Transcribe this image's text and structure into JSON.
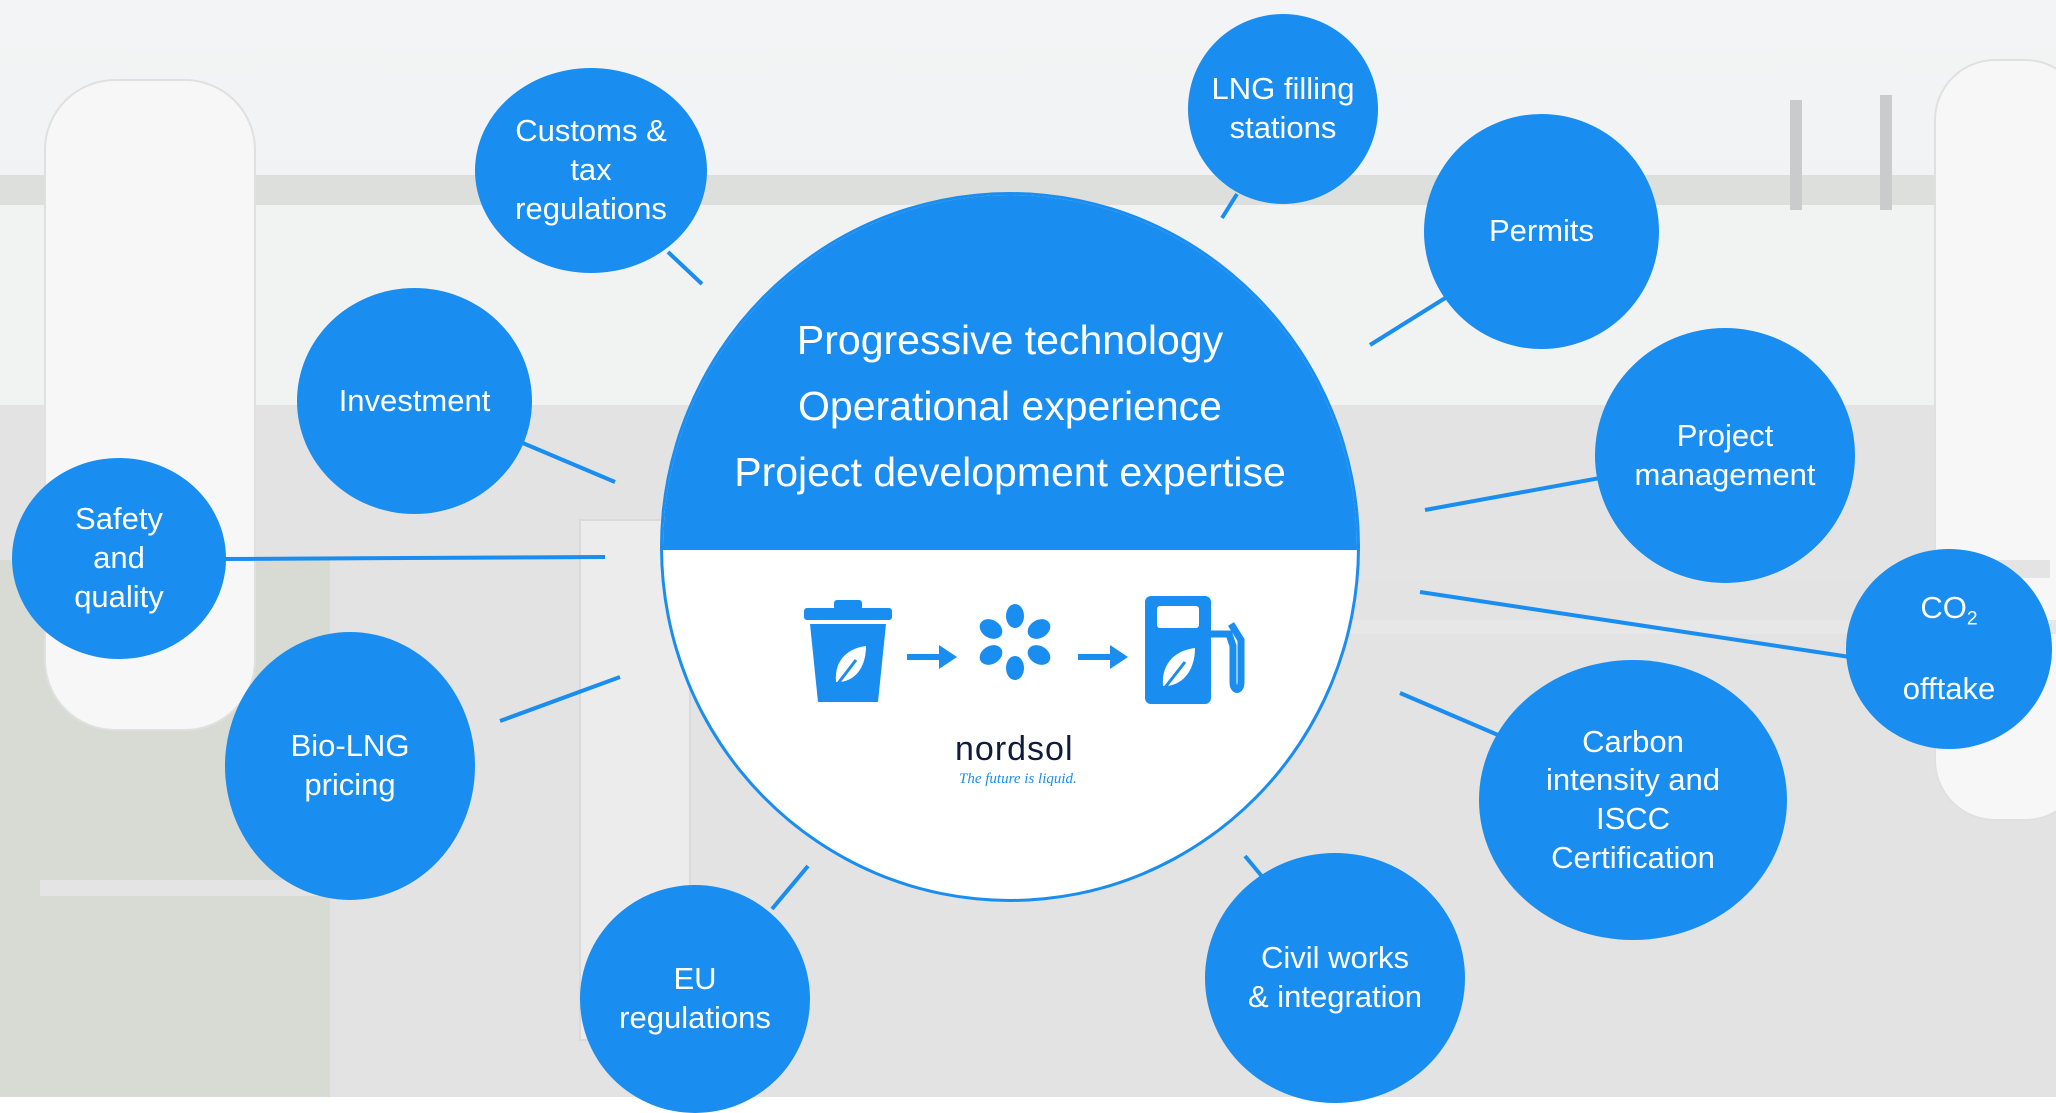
{
  "hub": {
    "lines": [
      "Progressive technology",
      "Operational experience",
      "Project development expertise"
    ],
    "brand_name": "nordsol",
    "tagline": "The future is liquid."
  },
  "nodes": {
    "customs": "Customs &\ntax\nregulations",
    "lng_stations": "LNG filling\nstations",
    "permits": "Permits",
    "investment": "Investment",
    "project_management": "Project\nmanagement",
    "safety": "Safety\nand\nquality",
    "co2_base": "CO",
    "co2_sub": "2",
    "co2_rest": "offtake",
    "bio_lng": "Bio-LNG\npricing",
    "carbon": "Carbon\nintensity and\nISCC\nCertification",
    "eu": "EU\nregulations",
    "civil": "Civil works\n& integration"
  },
  "colors": {
    "accent": "#1a8df0",
    "dark": "#0e1b3d"
  },
  "icons": [
    "bin-leaf-icon",
    "arrow-right-icon",
    "nordsol-flower-icon",
    "fuel-pump-leaf-icon"
  ]
}
